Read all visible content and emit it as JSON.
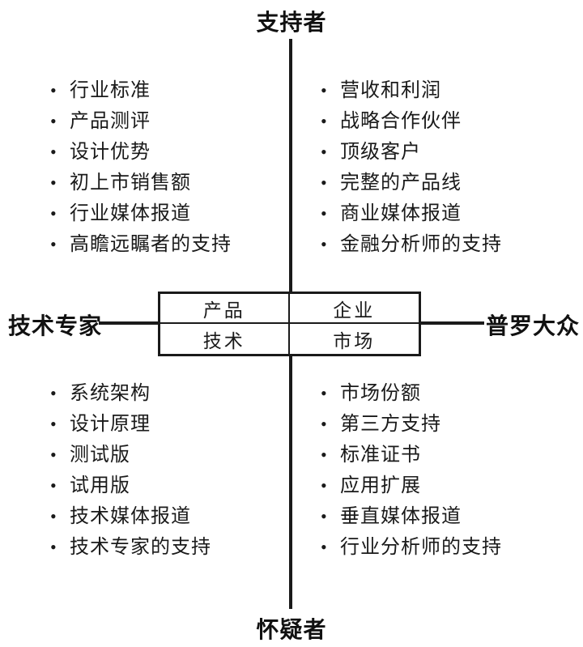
{
  "diagram": {
    "type": "two-axis-quadrant",
    "poles": {
      "top": "支持者",
      "bottom": "怀疑者",
      "left": "技术专家",
      "right": "普罗大众"
    },
    "center_box": {
      "top_left": "产品",
      "top_right": "企业",
      "bottom_left": "技术",
      "bottom_right": "市场"
    },
    "quadrants": {
      "top_left": {
        "name": "产品 / 支持者 / 技术专家",
        "bullet": "•",
        "items": [
          "行业标准",
          "产品测评",
          "设计优势",
          "初上市销售额",
          "行业媒体报道",
          "高瞻远瞩者的支持"
        ]
      },
      "top_right": {
        "name": "企业 / 支持者 / 普罗大众",
        "bullet": "•",
        "items": [
          "营收和利润",
          "战略合作伙伴",
          "顶级客户",
          "完整的产品线",
          "商业媒体报道",
          "金融分析师的支持"
        ]
      },
      "bottom_left": {
        "name": "技术 / 怀疑者 / 技术专家",
        "bullet": "•",
        "items": [
          "系统架构",
          "设计原理",
          "测试版",
          "试用版",
          "技术媒体报道",
          "技术专家的支持"
        ]
      },
      "bottom_right": {
        "name": "市场 / 怀疑者 / 普罗大众",
        "bullet": "•",
        "items": [
          "市场份额",
          "第三方支持",
          "标准证书",
          "应用扩展",
          "垂直媒体报道",
          "行业分析师的支持"
        ]
      }
    },
    "colors": {
      "ink": "#1a1a1a",
      "background": "#ffffff"
    }
  }
}
